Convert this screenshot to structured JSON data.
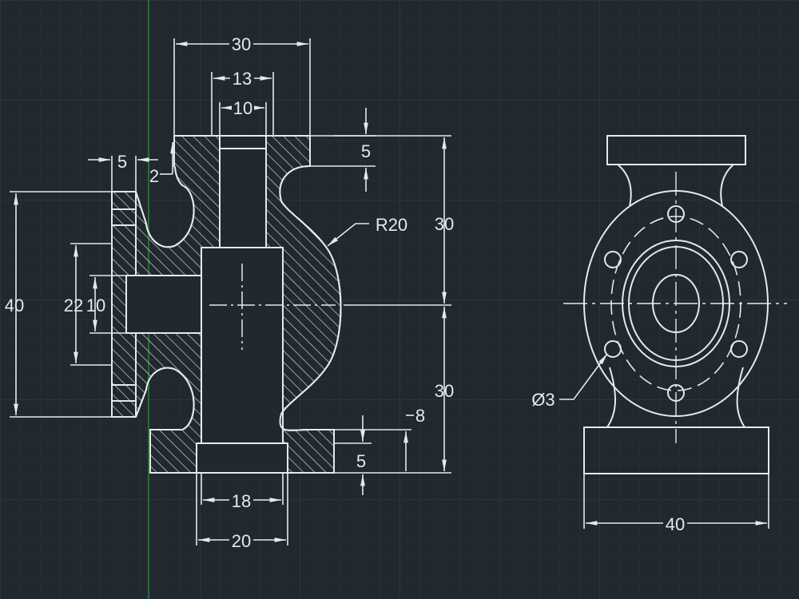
{
  "app": {
    "kind": "CAD model-space drawing"
  },
  "colors": {
    "background": "#212830",
    "grid_minor": "#2a323b",
    "grid_major": "#35404b",
    "ucs_axis": "#2c6a3a",
    "line": "#e6e9ec",
    "hatch": "#dcdfe2"
  },
  "dimensions": {
    "top_width_30": "30",
    "top_width_13": "13",
    "top_width_10": "10",
    "flange_5": "5",
    "gap_2": "2",
    "top_thickness_5": "5",
    "upper_height_30": "30",
    "radius": "R20",
    "lower_height_30": "30",
    "left_height_40": "40",
    "inner_22": "22",
    "inner_10": "10",
    "step_8": "8",
    "bottom_thickness_5": "5",
    "bottom_width_18": "18",
    "bottom_width_20": "20",
    "hole_diameter": "Ø3",
    "side_width_40": "40"
  }
}
